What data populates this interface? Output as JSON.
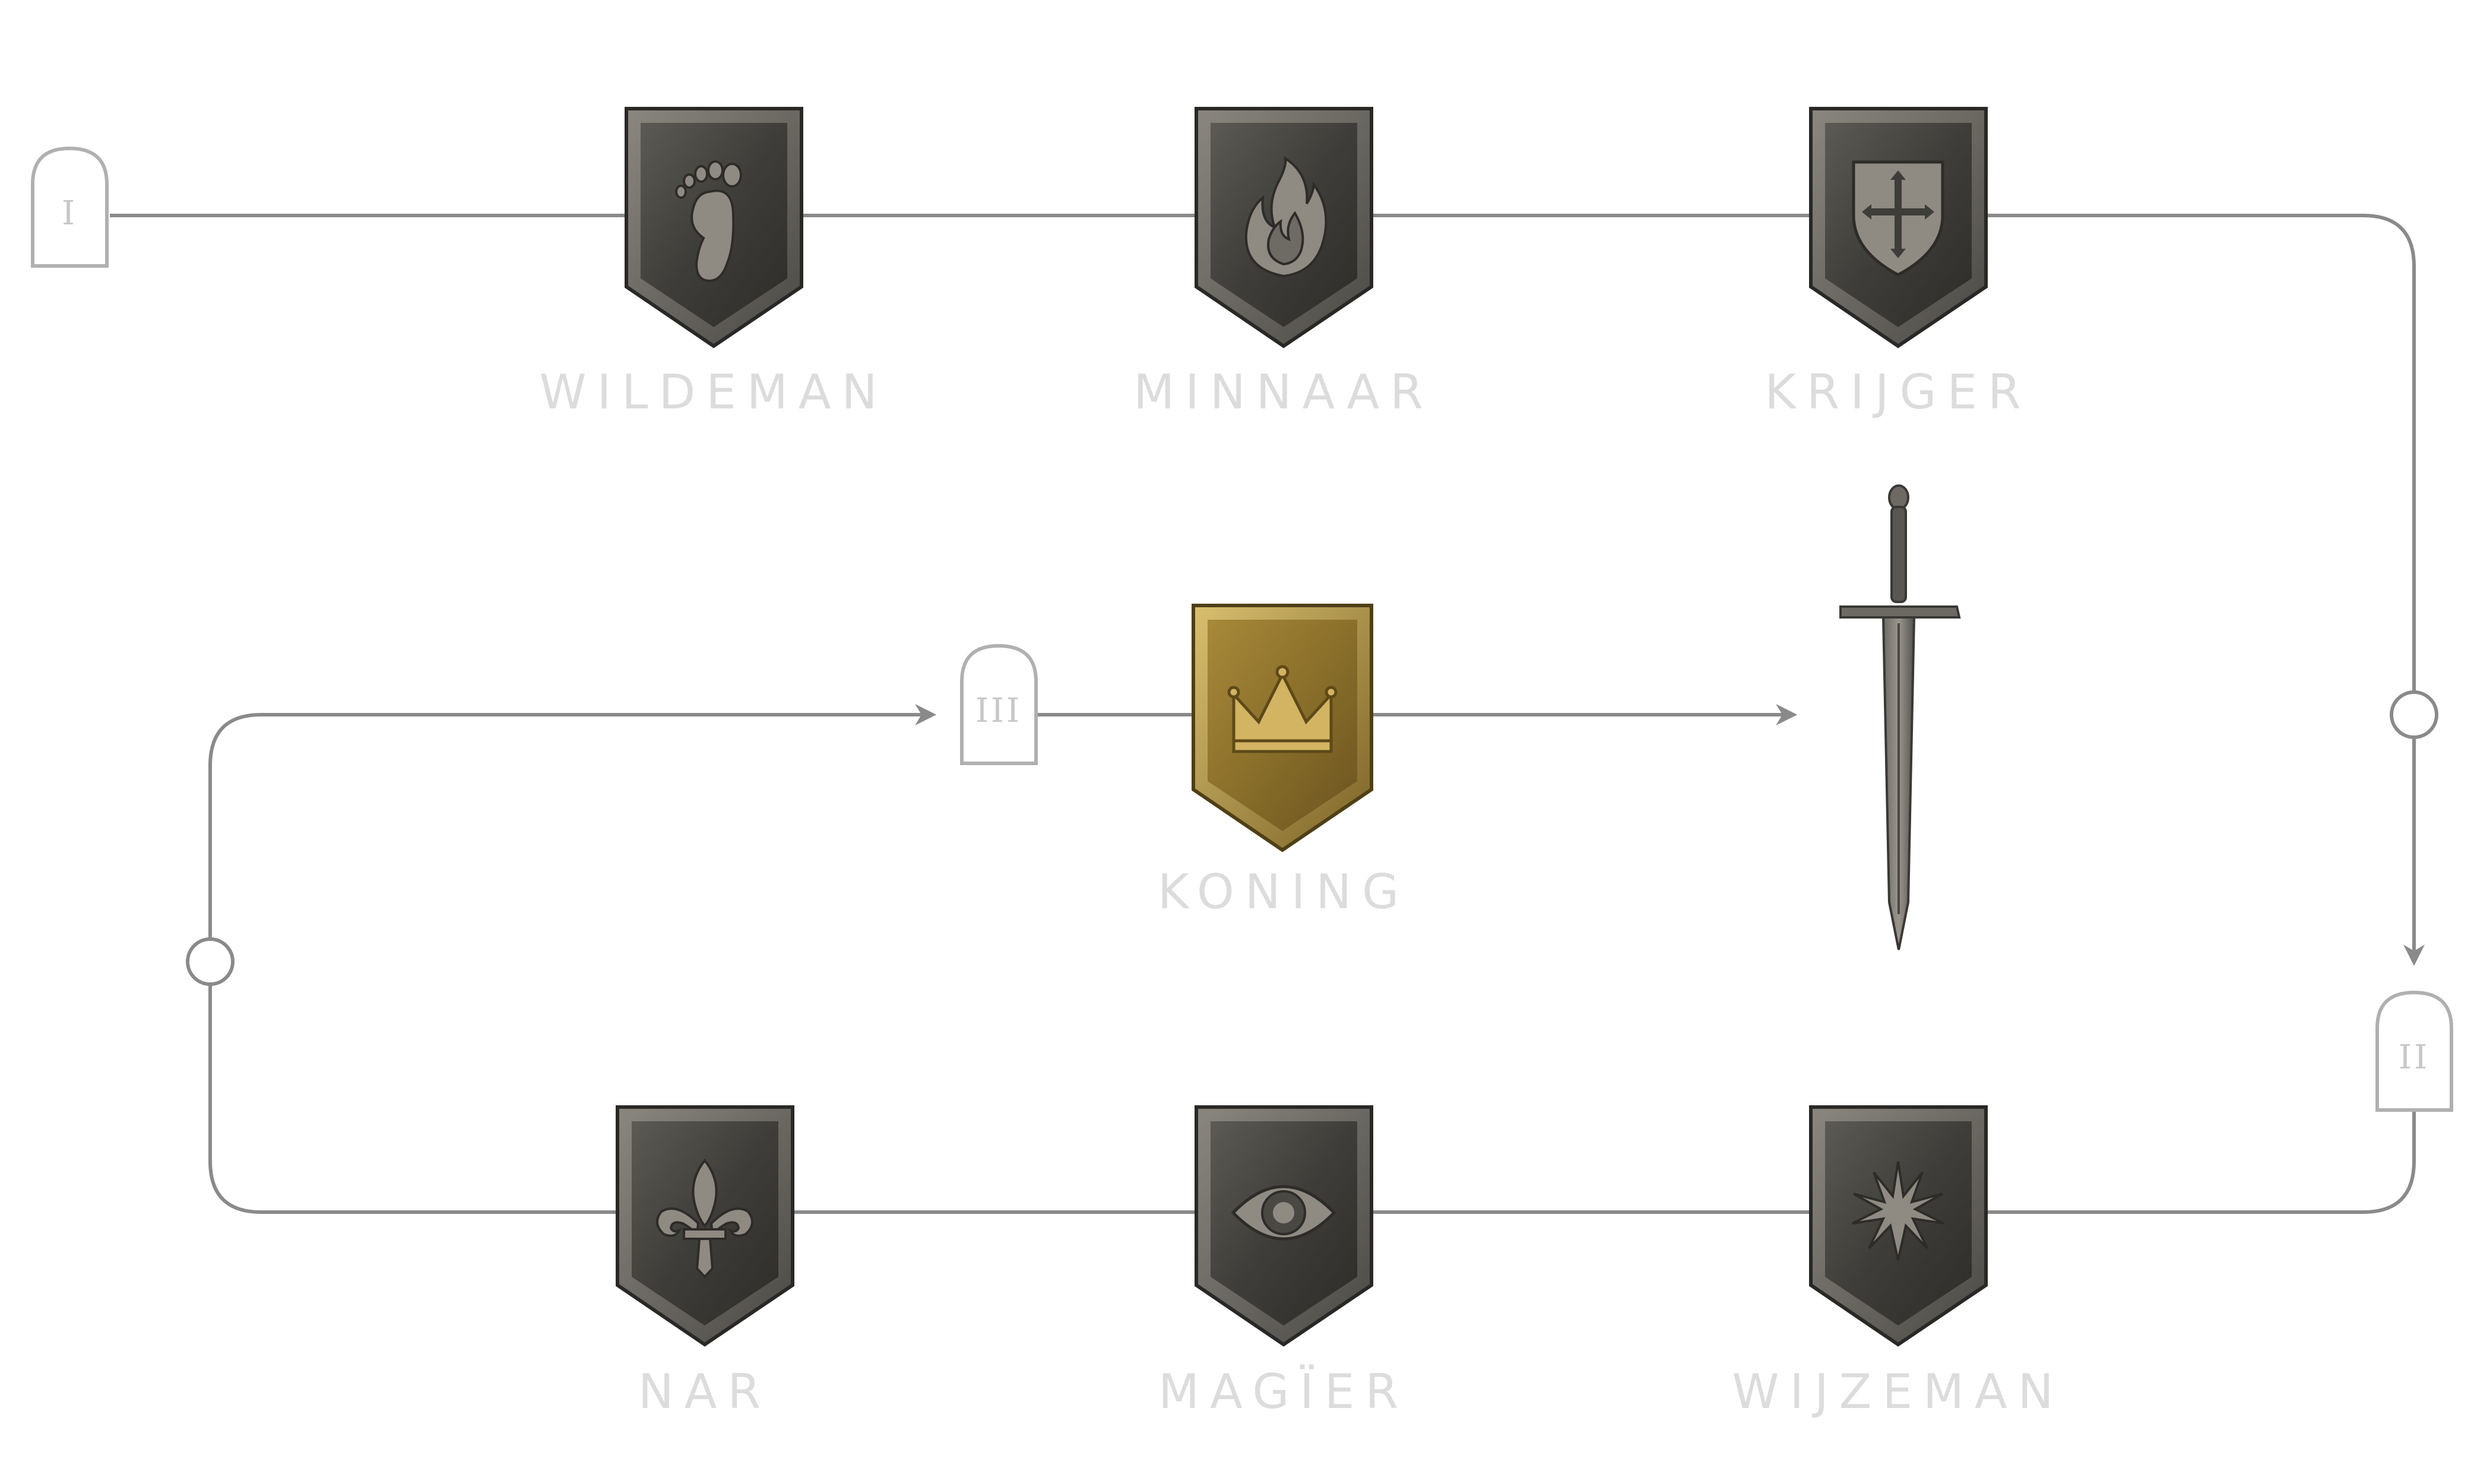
{
  "archetypes": [
    {
      "id": "wildeman",
      "label": "WILDEMAN",
      "icon": "footprint-icon",
      "tone": "iron"
    },
    {
      "id": "minnaar",
      "label": "MINNAAR",
      "icon": "flame-icon",
      "tone": "iron"
    },
    {
      "id": "krijger",
      "label": "KRIJGER",
      "icon": "cross-shield-icon",
      "tone": "iron"
    },
    {
      "id": "koning",
      "label": "KONING",
      "icon": "crown-icon",
      "tone": "gold"
    },
    {
      "id": "nar",
      "label": "NAR",
      "icon": "fleur-de-lis-icon",
      "tone": "iron"
    },
    {
      "id": "magier",
      "label": "MAGÏER",
      "icon": "eye-icon",
      "tone": "iron"
    },
    {
      "id": "wijzeman",
      "label": "WIJZEMAN",
      "icon": "star-icon",
      "tone": "iron"
    }
  ],
  "markers": [
    {
      "id": "marker-1",
      "label": "I"
    },
    {
      "id": "marker-2",
      "label": "II"
    },
    {
      "id": "marker-3",
      "label": "III"
    }
  ],
  "goal_icon": "sword-icon",
  "colors": {
    "line": "#8a8a8a",
    "marker_stroke": "#b0b0b0",
    "label": "#dcdcdc",
    "iron_dark": "#3e3c38",
    "iron_light": "#6e6b64",
    "gold_dark": "#7a6426",
    "gold_light": "#b89a4a"
  }
}
